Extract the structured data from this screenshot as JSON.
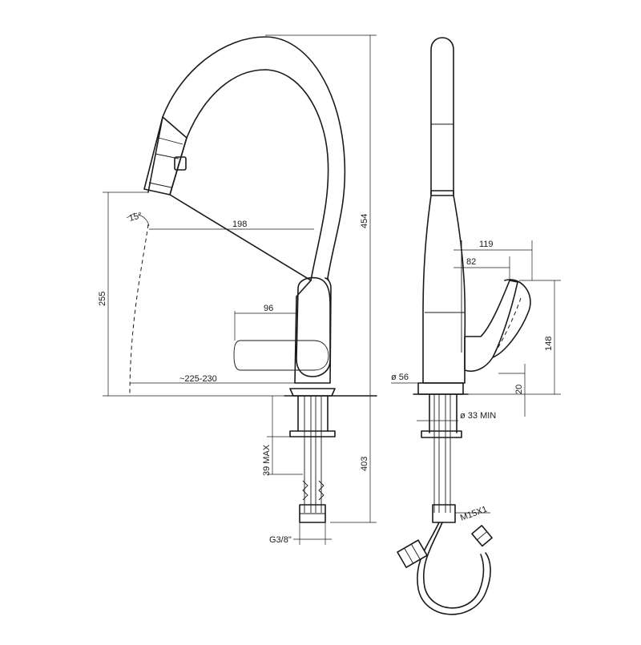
{
  "dimensions": {
    "spout_angle": "15°",
    "spout_reach": "198",
    "total_height": "454",
    "spout_height": "255",
    "lever_reach": "96",
    "swing_reach": "~225-230",
    "hose_length": "403",
    "deck_thickness": "39 MAX",
    "thread_size": "G3/8\"",
    "side_reach_119": "119",
    "side_reach_82": "82",
    "lever_height": "148",
    "base_height": "20",
    "base_diameter": "ø 56",
    "hole_diameter": "ø 33 MIN",
    "hose_connector": "M15X1"
  }
}
